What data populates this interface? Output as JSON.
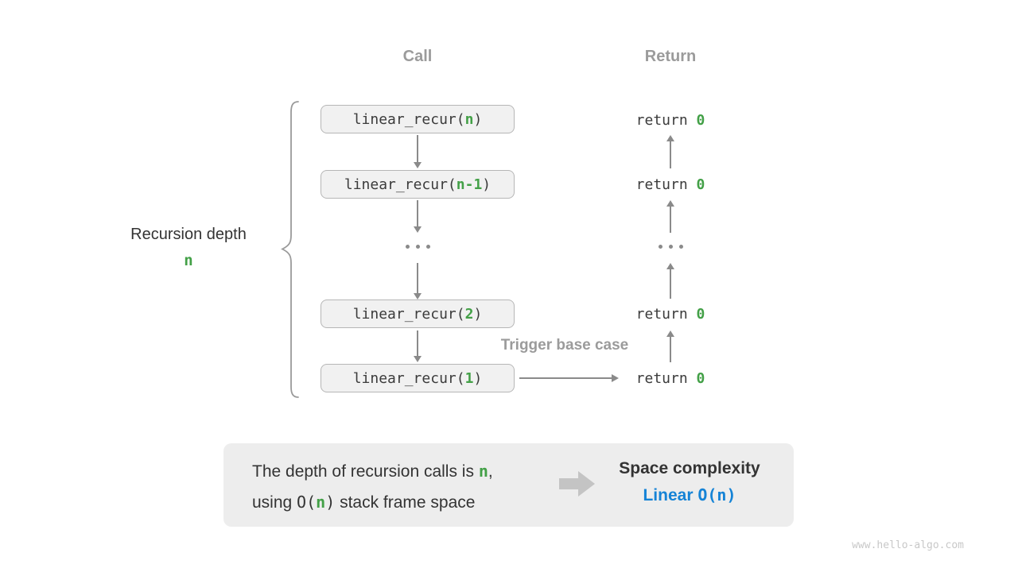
{
  "colors": {
    "green_accent": "#43a047",
    "blue_accent": "#1583d6",
    "gray_label": "#9b9b9b",
    "arrow_gray": "#8a8a8a",
    "code_text": "#3b3b3b",
    "box_fill": "#f1f1f1",
    "summary_fill": "#ededed"
  },
  "headers": {
    "call": "Call",
    "return": "Return"
  },
  "call_column": {
    "boxes": [
      {
        "pre": "linear_recur(",
        "arg": "n",
        "post": ")"
      },
      {
        "pre": "linear_recur(",
        "arg": "n-1",
        "post": ")"
      },
      {
        "pre": "linear_recur(",
        "arg": "2",
        "post": ")"
      },
      {
        "pre": "linear_recur(",
        "arg": "1",
        "post": ")"
      }
    ]
  },
  "return_column": {
    "keyword": "return ",
    "value": "0"
  },
  "left_label": {
    "title": "Recursion depth",
    "value": "n"
  },
  "trigger_label": "Trigger base case",
  "summary": {
    "line1_pre": "The depth of recursion calls is ",
    "line1_n": "n",
    "line1_post": ",",
    "line2_pre": "using ",
    "line2_open": "O(",
    "line2_n": "n",
    "line2_close": ")",
    "line2_post": " stack frame space",
    "right_title": "Space complexity",
    "right_label": "Linear ",
    "right_open": "O(",
    "right_n": "n",
    "right_close": ")"
  },
  "watermark": "www.hello-algo.com"
}
